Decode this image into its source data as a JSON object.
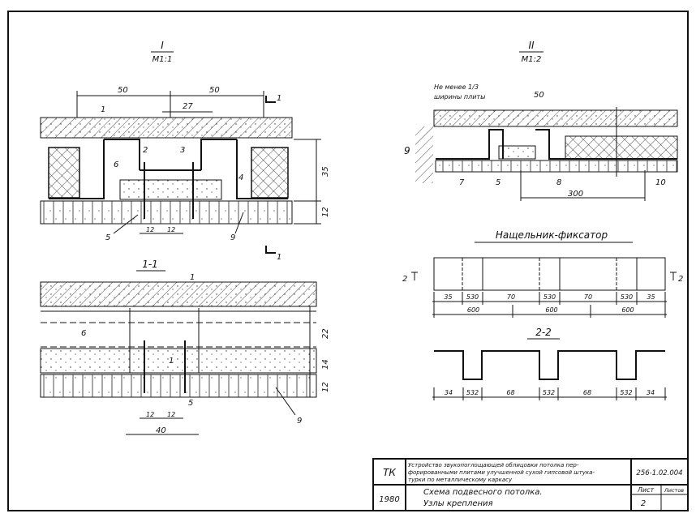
{
  "detail_1": {
    "title": "I",
    "scale": "M1:1",
    "dims": {
      "d50a": "50",
      "d50b": "50",
      "d27": "27",
      "d35": "35",
      "d12v": "12",
      "d12a": "12",
      "d12b": "12"
    },
    "labels": {
      "l1": "1",
      "l2": "2",
      "l3": "3",
      "l4": "4",
      "l5": "5",
      "l6": "6",
      "l9": "9"
    },
    "section_mark": "1"
  },
  "section_1_1": {
    "title": "1-1",
    "dims": {
      "d22": "22",
      "d14": "14",
      "d12v": "12",
      "d12a": "12",
      "d12b": "12",
      "d40": "40"
    },
    "labels": {
      "l1a": "1",
      "l1b": "1",
      "l5": "5",
      "l6": "6",
      "l9": "9"
    }
  },
  "detail_2": {
    "title": "II",
    "scale": "M1:2",
    "note_line1": "Не менее 1/3",
    "note_line2": "ширины плиты",
    "dims": {
      "d50": "50",
      "d300": "300"
    },
    "labels": {
      "l9": "9",
      "l7": "7",
      "l5": "5",
      "l8": "8",
      "l10": "10"
    }
  },
  "fixator": {
    "title": "Нащельник-фиксатор",
    "section_mark": "2",
    "dims_row1": [
      "35",
      "530",
      "70",
      "530",
      "70",
      "530",
      "35"
    ],
    "dims_row2": [
      "600",
      "600",
      "600"
    ]
  },
  "section_2_2": {
    "title": "2-2",
    "dims": [
      "34",
      "532",
      "68",
      "532",
      "68",
      "532",
      "34"
    ]
  },
  "title_block": {
    "org": "ТК",
    "year": "1980",
    "desc_line1": "Устройство звукопоглощающей облицовки потолка пер-",
    "desc_line2": "форированными плитами улучшенной сухой гипсовой штука-",
    "desc_line3": "турки по металлическому каркасу",
    "code": "256-1.02.004",
    "sheet_title_line1": "Схема подвесного потолка.",
    "sheet_title_line2": "Узлы крепления",
    "sheet_label": "Лист",
    "sheets_label": "Листов",
    "sheet_number": "2",
    "sheets_total": ""
  }
}
